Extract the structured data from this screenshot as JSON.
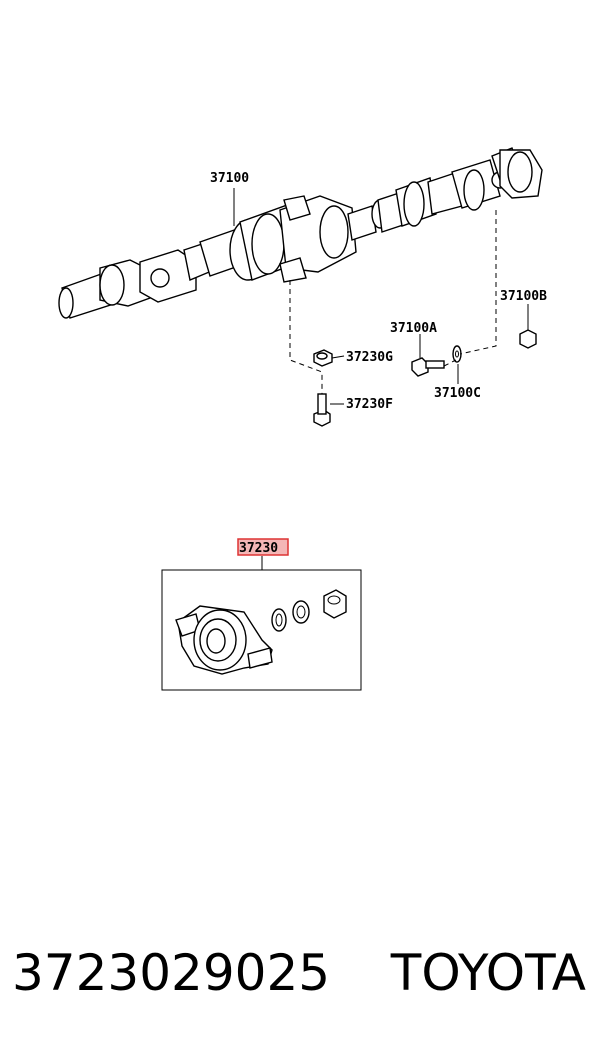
{
  "labels": {
    "shaft": "37100",
    "bolt_a": "37100A",
    "nut_b": "37100B",
    "washer_c": "37100C",
    "nut_g": "37230G",
    "bolt_f": "37230F",
    "bearing_assy": "37230"
  },
  "footer": {
    "part_number": "3723029025",
    "brand": "TOYOTA"
  },
  "colors": {
    "highlight_fill": "#f4b6b6",
    "highlight_stroke": "#dd3333",
    "ink": "#000000"
  }
}
